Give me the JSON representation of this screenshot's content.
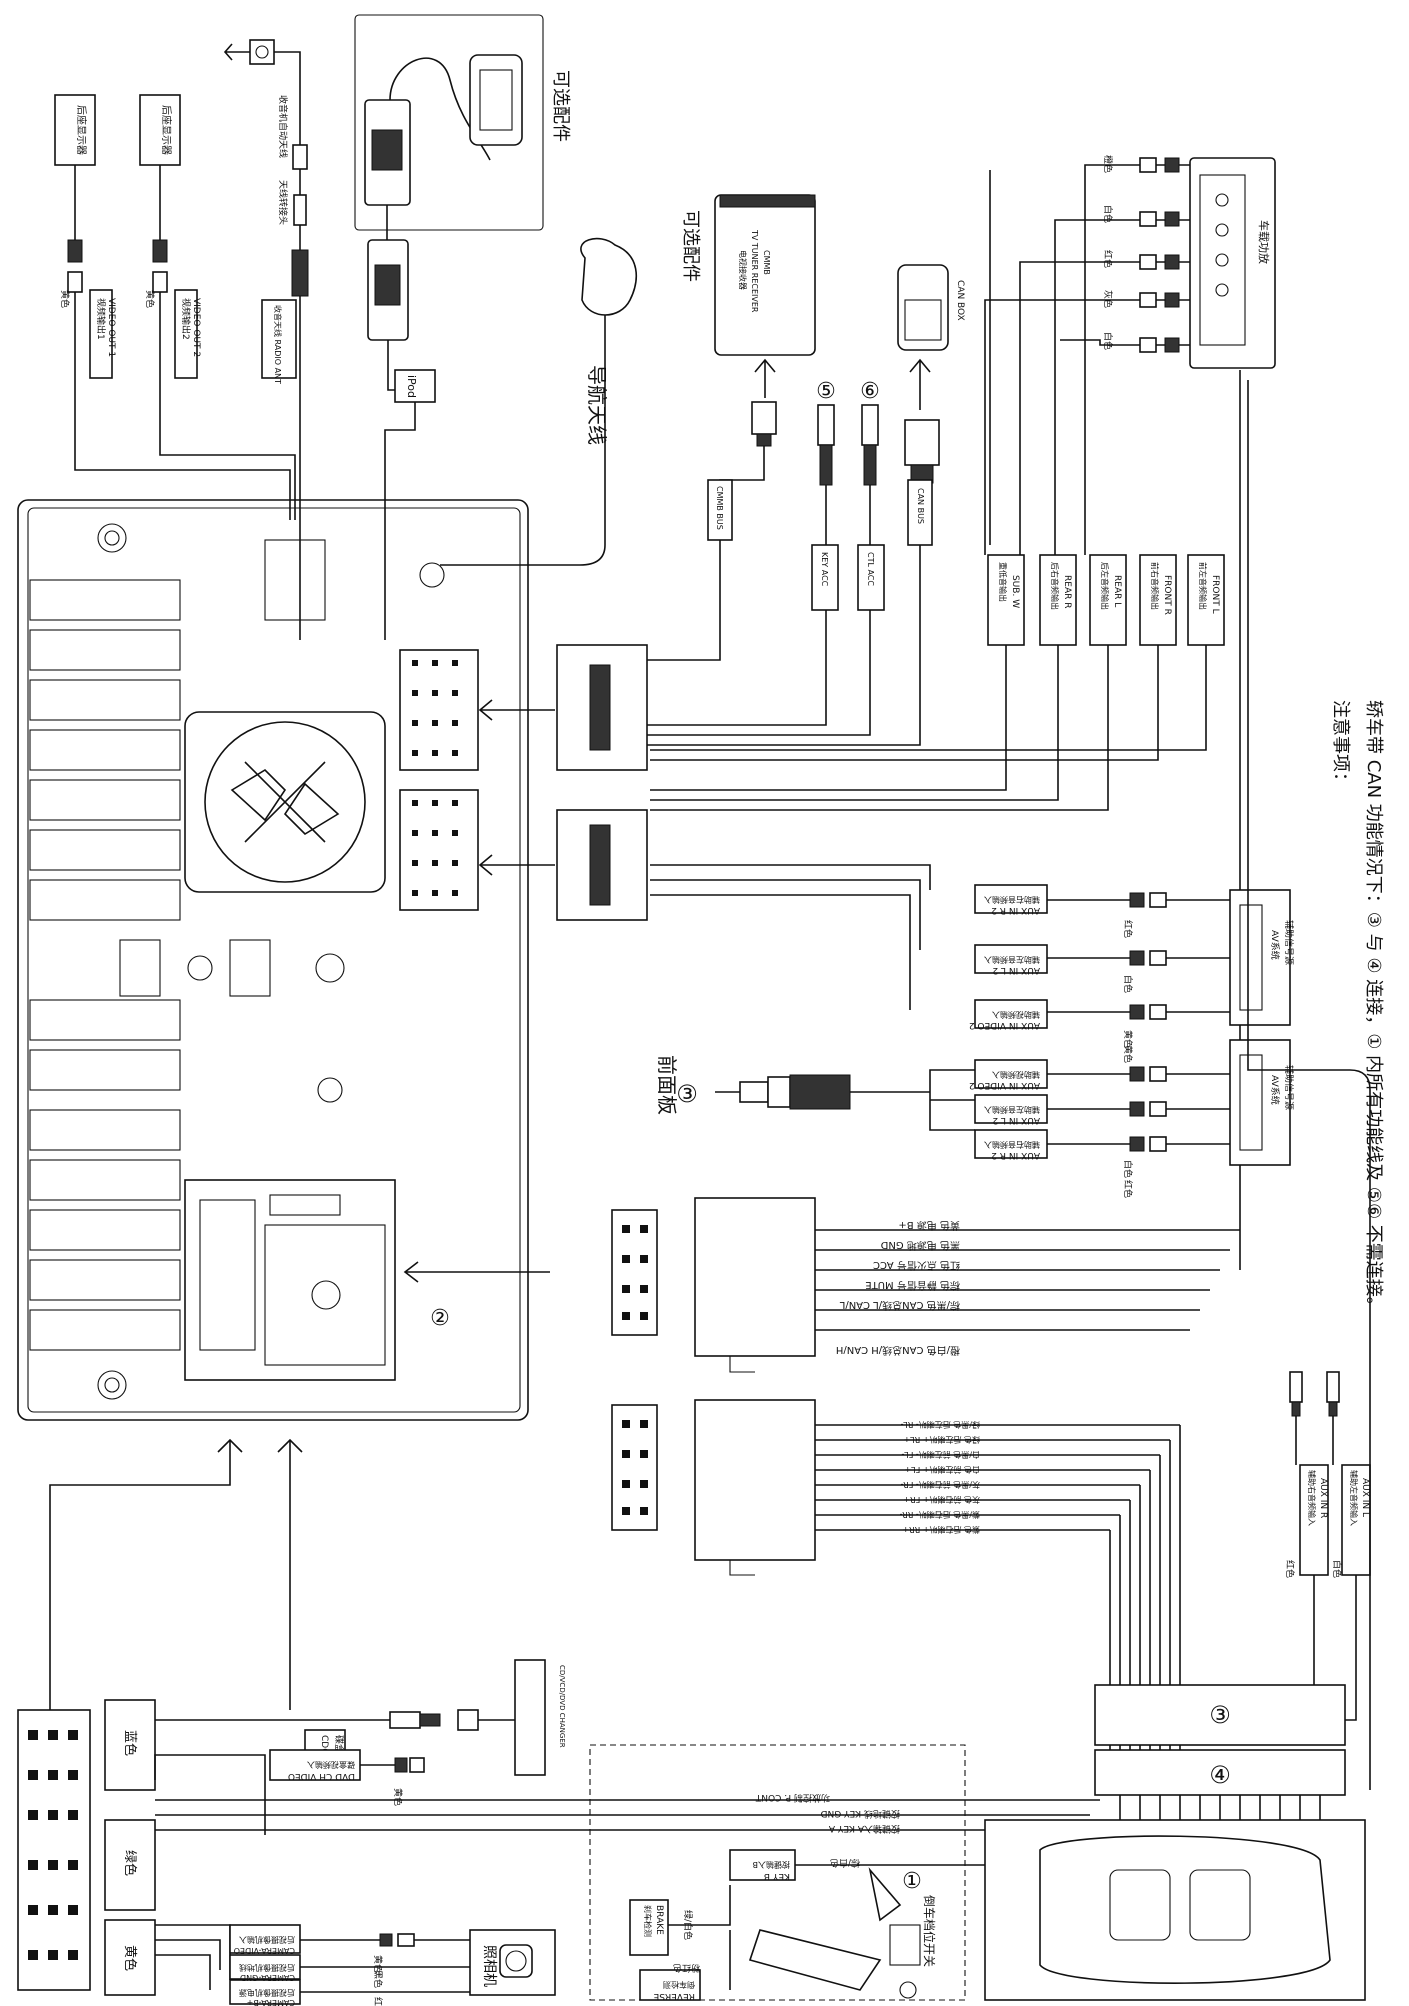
{
  "nav_antenna": "导航天线",
  "optional_1": "可选配件",
  "optional_2": "可选配件",
  "ipod": "iPod",
  "radio_antenna": "收音机自动天线",
  "antenna_adapter": "天线转接头",
  "radio_ant": "收音天线 RADIO ANT",
  "rear_monitor": "后座显示器",
  "video_out_1": [
    "视频输出1",
    "VIDEO OUT 1"
  ],
  "video_out_2": [
    "视频输出2",
    "VIDEO OUT 2"
  ],
  "yellow": "黄色",
  "tv_tuner": [
    "电视接收器",
    "TV TUNER RECEIVER",
    "CMMB"
  ],
  "cmmb_bus": "CMMB BUS",
  "key_acc": "KEY ACC",
  "ctl_acc": "CTL ACC",
  "can_bus": "CAN BUS",
  "can_box": "CAN BOX",
  "circle_5": "⑤",
  "circle_6": "⑥",
  "amp_outputs": [
    [
      "重低音输出",
      "SUB. W"
    ],
    [
      "后右音频输出",
      "REAR R"
    ],
    [
      "后左音频输出",
      "REAR L"
    ],
    [
      "前右音频输出",
      "FRONT R"
    ],
    [
      "前左音频输出",
      "FRONT L"
    ]
  ],
  "amp_label": "车载功放",
  "amp_plug_colors": [
    "橙色",
    "白色",
    "红色",
    "灰色",
    "白色"
  ],
  "note_title": "注意事项：",
  "note_body": "轿车带 CAN 功能情况下：③ 与 ④ 连接，① 内所有功能线及 ⑤⑥ 不需连接。",
  "aux_upper": [
    [
      "辅助右音频输入",
      "AUX IN R 2"
    ],
    [
      "辅助左音频输入",
      "AUX IN L 2"
    ],
    [
      "辅助视频输入",
      "AUX IN VIDEO 2"
    ]
  ],
  "aux_lower": [
    [
      "辅助视频输入",
      "AUX IN VIDEO 2"
    ],
    [
      "辅助左音频输入",
      "AUX IN L 2"
    ],
    [
      "辅助右音频输入",
      "AUX IN R 2"
    ]
  ],
  "aux_colors_upper": [
    "红色",
    "白色",
    "黄色"
  ],
  "aux_colors_lower": [
    "黄色",
    "白色",
    "红色"
  ],
  "av_system": "AV系统",
  "aux_signal": "辅助信号源",
  "front_panel": "前面板",
  "circle_3": "③",
  "circle_2": "②",
  "circle_1": "①",
  "circle_4": "④",
  "power_wires": [
    "黄色 电源 B+",
    "黑色 电源地 GND",
    "红色 点火信号 ACC",
    "棕色 静音信号 MUTE",
    "棕/黑色 CAN总线/L CAN/L",
    "橙/白色 CAN总线/H CAN/H"
  ],
  "speaker_wires": [
    "绿/黑色 后左喇叭-  RL-",
    "绿色 后左喇叭+  RL+",
    "白/黑色 前左喇叭-  FL-",
    "白色 前左喇叭+  FL+",
    "灰/黑色 前右喇叭-  FR-",
    "灰色 前右喇叭+  FR+",
    "紫/黑色 后右喇叭-  RR-",
    "紫色 后右喇叭+  RR+"
  ],
  "aux_in_rl": [
    [
      "辅助右音频输入",
      "AUX IN R"
    ],
    [
      "辅助左音频输入",
      "AUX IN L"
    ]
  ],
  "aux_in_colors": [
    "红色",
    "白色"
  ],
  "blue": "蓝色",
  "green": "绿色",
  "cdc": [
    "CDC",
    "碟盒"
  ],
  "cd_changer": "CD/VCD/DVD CHANGER",
  "dvd_ch_video": [
    "碟盒视频输入",
    "DVD CH VIDEO"
  ],
  "p_cont": "功放控制  P. CONT",
  "key_gnd": "按键地线  KEY GND",
  "key_a": "按键输入A  KEY A",
  "key_b": [
    "按键输入B",
    "KEY B"
  ],
  "brown_white": "棕/白色",
  "brake": [
    "刹车检测",
    "BRAKE"
  ],
  "brake_color": "绿/白色",
  "reverse": [
    "倒车检测",
    "REVERSE"
  ],
  "reverse_color": "粉红色",
  "handbrake_switch": "倒车档位开关",
  "camera_video": [
    "后视摄像机输入",
    "CAMERA-VIDEO"
  ],
  "camera_gnd": [
    "后视摄像机地线",
    "CAMERA-GND"
  ],
  "camera_b": [
    "后视摄像机电源",
    "CAMERA-B+"
  ],
  "camera_colors": [
    "黄色",
    "黑色",
    "红色"
  ],
  "camera": "照相机",
  "accent": "#111111"
}
